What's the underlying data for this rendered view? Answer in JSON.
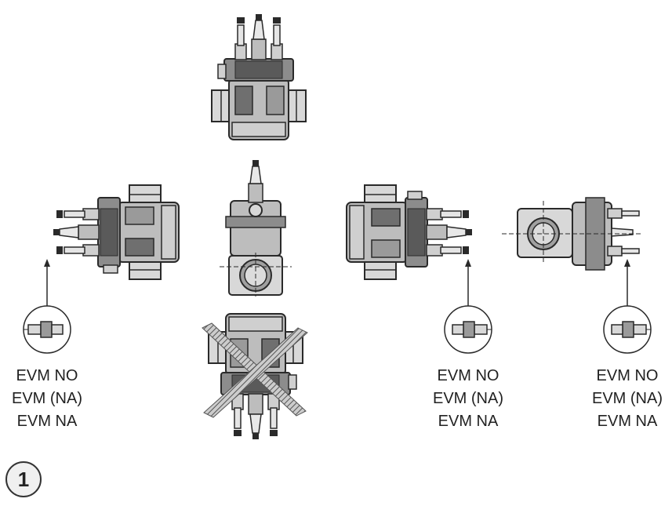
{
  "figure_number": "1",
  "labels": {
    "left": [
      "EVM NO",
      "EVM (NA)",
      "EVM NA"
    ],
    "middle_right": [
      "EVM NO",
      "EVM (NA)",
      "EVM NA"
    ],
    "right": [
      "EVM NO",
      "EVM (NA)",
      "EVM NA"
    ]
  },
  "colors": {
    "line": "#2a2a2a",
    "body_fill": "#8c8c8c",
    "light_fill": "#d4d4d4",
    "cross_hatch": "#666666"
  }
}
